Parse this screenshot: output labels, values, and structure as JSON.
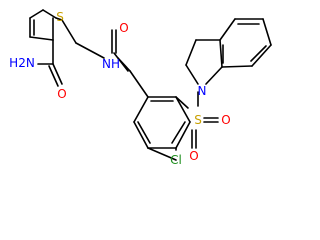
{
  "molecule": {
    "atoms": {
      "thiophene_S": "S",
      "carboxamide_N": "H2N",
      "carboxamide_O": "O",
      "amide_NH": "NH",
      "amide_O": "O",
      "indoline_N": "N",
      "sulfonyl_S": "S",
      "sulfonyl_O_right": "O",
      "sulfonyl_O_bottom": "O",
      "chlorine": "Cl"
    },
    "colors": {
      "carbon": "#000000",
      "sulfur": "#c8a000",
      "nitrogen": "#0000ff",
      "oxygen": "#ff0000",
      "chlorine": "#1d8f1d"
    }
  }
}
